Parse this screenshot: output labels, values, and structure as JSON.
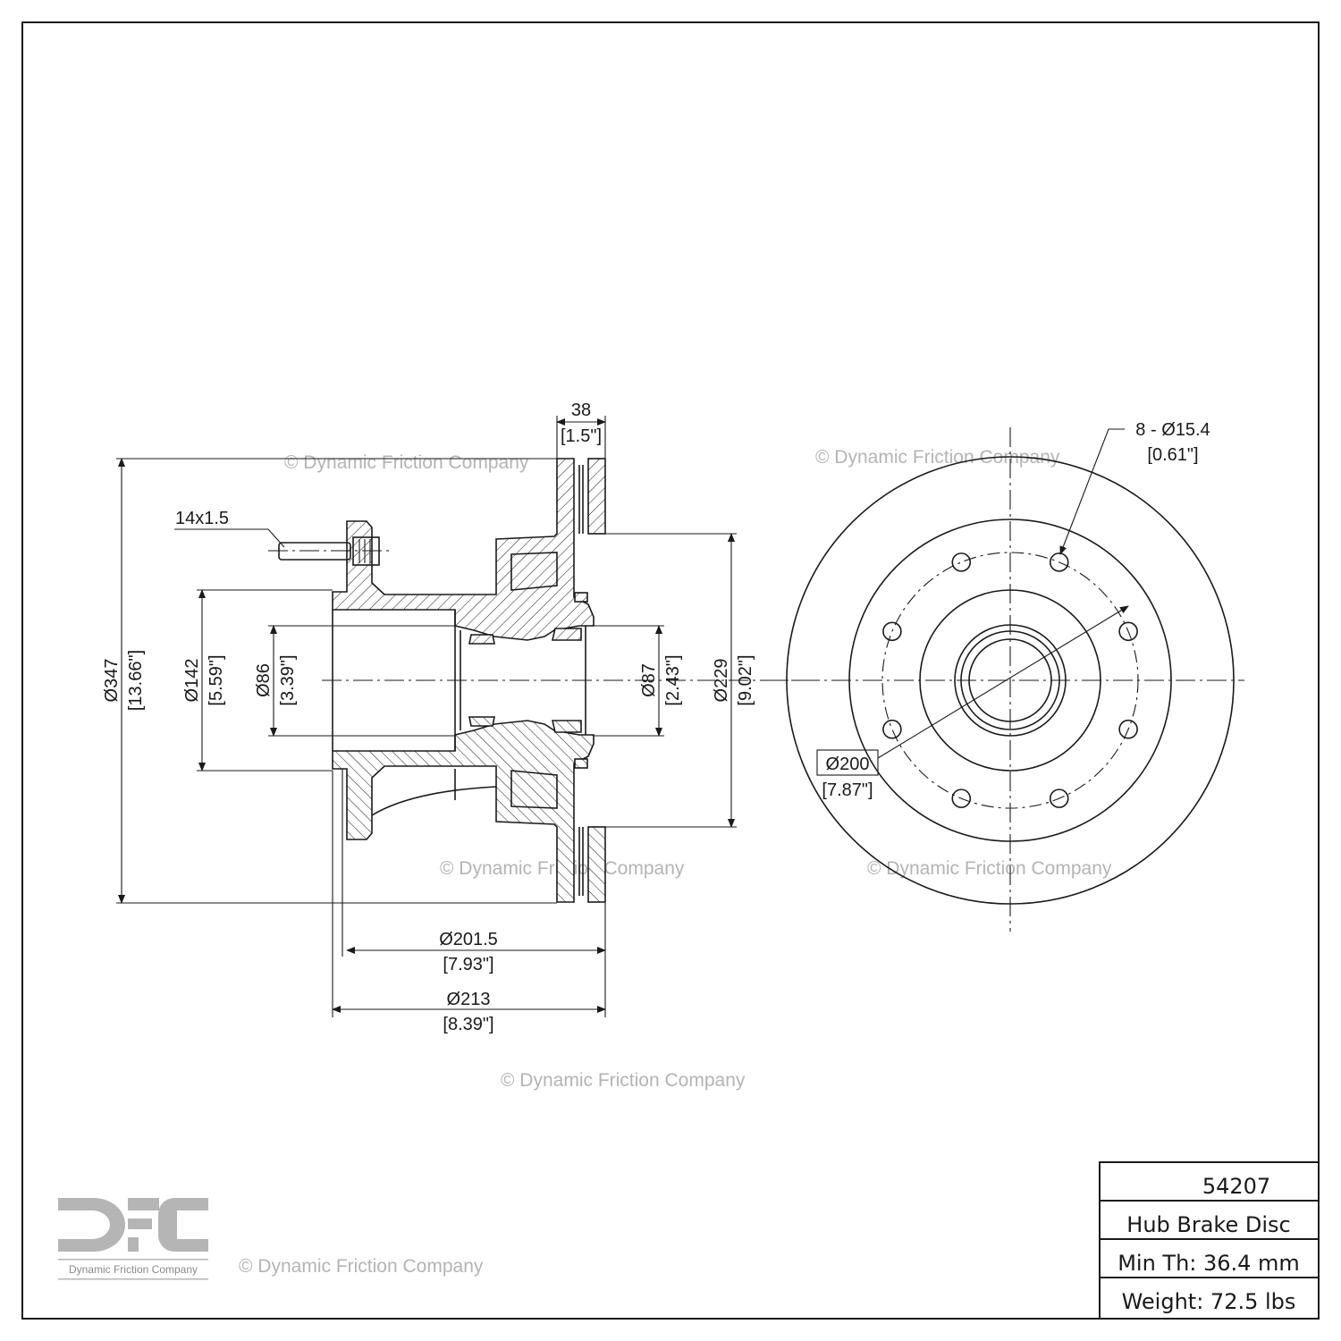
{
  "dimensions": {
    "thickness": {
      "mm": "38",
      "in": "[1.5\"]"
    },
    "outer_diameter": {
      "mm": "Ø347",
      "in": "[13.66\"]"
    },
    "hub_diameter": {
      "mm": "Ø142",
      "in": "[5.59\"]"
    },
    "bore_inner": {
      "mm": "Ø86",
      "in": "[3.39\"]"
    },
    "bore_outer": {
      "mm": "Ø87",
      "in": "[2.43\"]"
    },
    "hat_diameter": {
      "mm": "Ø229",
      "in": "[9.02\"]"
    },
    "height_inner": {
      "mm": "Ø201.5",
      "in": "[7.93\"]"
    },
    "height_total": {
      "mm": "Ø213",
      "in": "[8.39\"]"
    },
    "stud_thread": "14x1.5",
    "bolt_circle": {
      "mm": "Ø200",
      "in": "[7.87\"]"
    },
    "bolt_holes": {
      "mm": "8 - Ø15.4",
      "in": "[0.61\"]"
    }
  },
  "watermark": "© Dynamic Friction Company",
  "logo": {
    "letters": "DFC",
    "caption": "Dynamic Friction Company"
  },
  "title_block": {
    "part_number": "54207",
    "part_type": "Hub Brake Disc",
    "min_thickness": "Min Th: 36.4 mm",
    "weight": "Weight: 72.5 lbs"
  }
}
